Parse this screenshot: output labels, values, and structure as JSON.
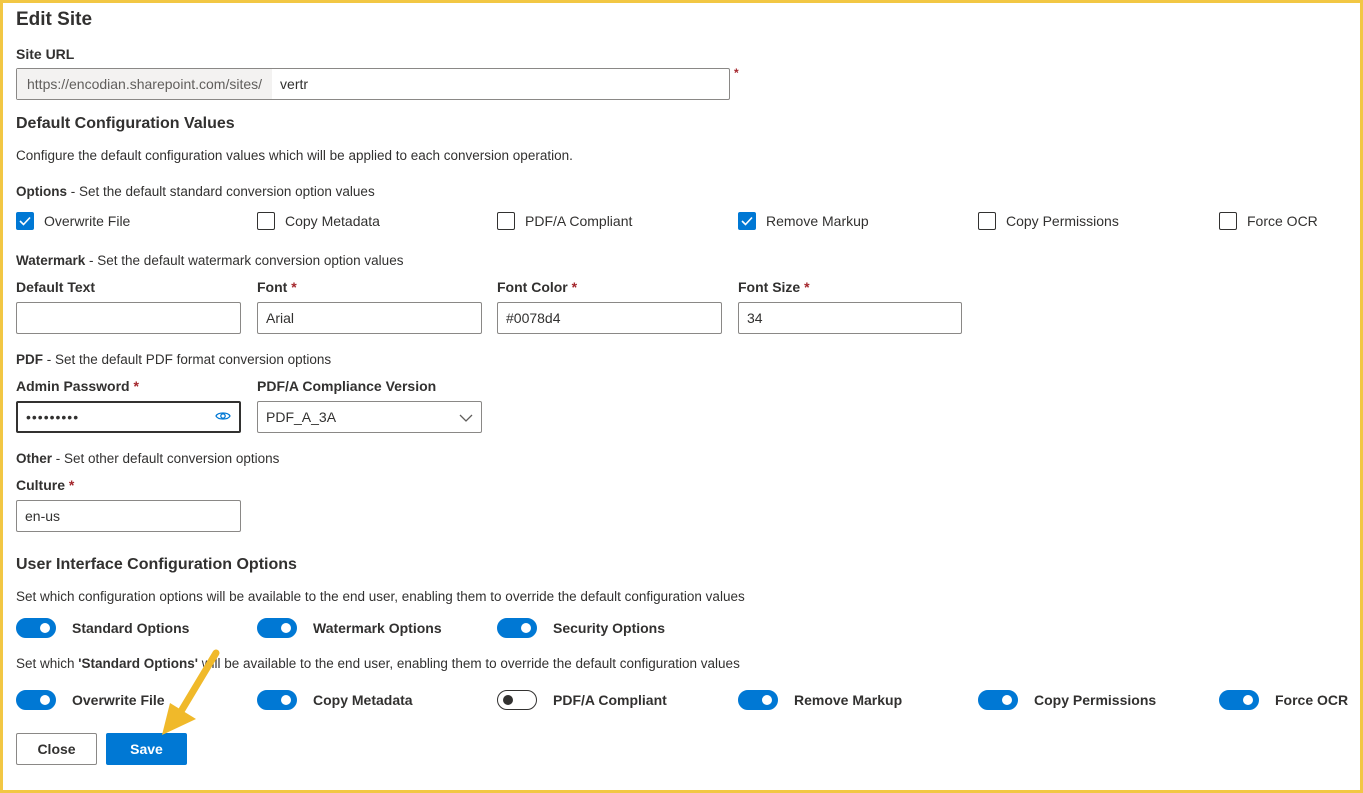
{
  "title": "Edit Site",
  "site_url": {
    "label": "Site URL",
    "required": "*",
    "prefix": "https://encodian.sharepoint.com/sites/",
    "value": "vertr"
  },
  "default_config": {
    "heading": "Default Configuration Values",
    "description": "Configure the default configuration values which will be applied to each conversion operation."
  },
  "options": {
    "heading_bold": "Options",
    "heading_rest": " - Set the default standard conversion option values",
    "items": [
      {
        "label": "Overwrite File",
        "checked": true
      },
      {
        "label": "Copy Metadata",
        "checked": false
      },
      {
        "label": "PDF/A Compliant",
        "checked": false
      },
      {
        "label": "Remove Markup",
        "checked": true
      },
      {
        "label": "Copy Permissions",
        "checked": false
      },
      {
        "label": "Force OCR",
        "checked": false
      }
    ]
  },
  "watermark": {
    "heading_bold": "Watermark",
    "heading_rest": " - Set the default watermark conversion option values",
    "default_text_label": "Default Text",
    "default_text_value": "",
    "font_label": "Font",
    "font_value": "Arial",
    "font_color_label": "Font Color",
    "font_color_value": "#0078d4",
    "font_size_label": "Font Size",
    "font_size_value": "34",
    "required": "*"
  },
  "pdf": {
    "heading_bold": "PDF",
    "heading_rest": " - Set the default PDF format conversion options",
    "admin_password_label": "Admin Password",
    "admin_password_value": "•••••••••",
    "compliance_label": "PDF/A Compliance Version",
    "compliance_value": "PDF_A_3A",
    "required": "*"
  },
  "other": {
    "heading_bold": "Other",
    "heading_rest": " - Set other default conversion options",
    "culture_label": "Culture",
    "culture_value": "en-us",
    "required": "*"
  },
  "ui_config": {
    "heading": "User Interface Configuration Options",
    "description": "Set which configuration options will be available to the end user, enabling them to override the default configuration values",
    "toggles": [
      {
        "label": "Standard Options",
        "on": true
      },
      {
        "label": "Watermark Options",
        "on": true
      },
      {
        "label": "Security Options",
        "on": true
      }
    ],
    "standard_desc_pre": "Set which ",
    "standard_desc_bold": "'Standard Options'",
    "standard_desc_post": " will be available to the end user, enabling them to override the default configuration values",
    "standard_toggles": [
      {
        "label": "Overwrite File",
        "on": true
      },
      {
        "label": "Copy Metadata",
        "on": true
      },
      {
        "label": "PDF/A Compliant",
        "on": false
      },
      {
        "label": "Remove Markup",
        "on": true
      },
      {
        "label": "Copy Permissions",
        "on": true
      },
      {
        "label": "Force OCR",
        "on": true
      }
    ]
  },
  "buttons": {
    "close": "Close",
    "save": "Save"
  },
  "colors": {
    "accent": "#0078d4",
    "frame": "#f2c744",
    "arrow": "#f0b92a"
  }
}
